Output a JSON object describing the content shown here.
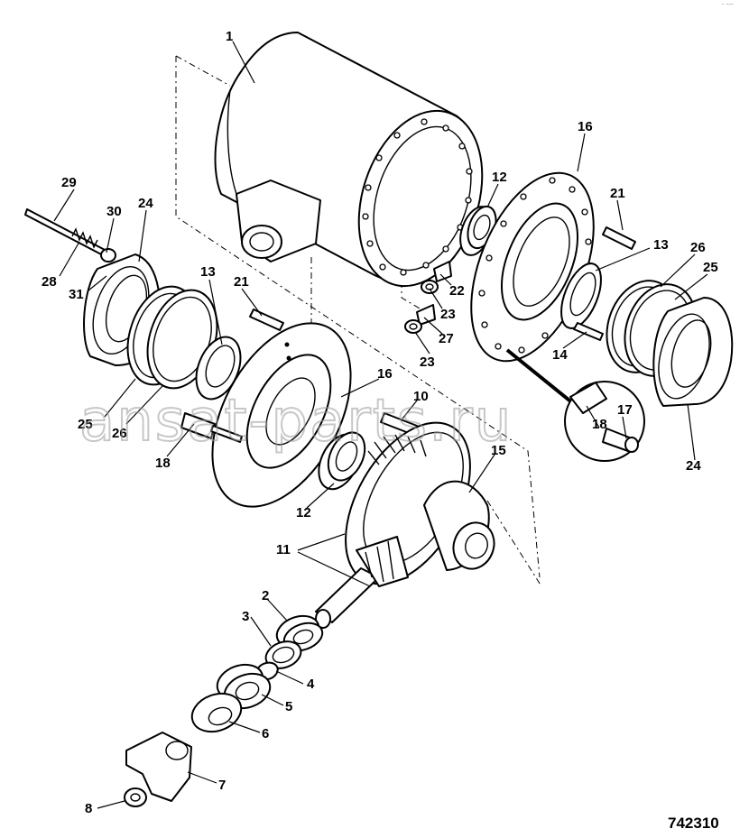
{
  "corner_mark": "″ ″″″",
  "figure_number": "742310",
  "watermark": "ansat-parts.ru",
  "callouts": [
    {
      "id": "c1",
      "text": "1"
    },
    {
      "id": "c16a",
      "text": "16"
    },
    {
      "id": "c12a",
      "text": "12"
    },
    {
      "id": "c21a",
      "text": "21"
    },
    {
      "id": "c13a",
      "text": "13"
    },
    {
      "id": "c26a",
      "text": "26"
    },
    {
      "id": "c25a",
      "text": "25"
    },
    {
      "id": "c29",
      "text": "29"
    },
    {
      "id": "c30",
      "text": "30"
    },
    {
      "id": "c24a",
      "text": "24"
    },
    {
      "id": "c28",
      "text": "28"
    },
    {
      "id": "c31",
      "text": "31"
    },
    {
      "id": "c13b",
      "text": "13"
    },
    {
      "id": "c21b",
      "text": "21"
    },
    {
      "id": "c22",
      "text": "22"
    },
    {
      "id": "c23a",
      "text": "23"
    },
    {
      "id": "c27",
      "text": "27"
    },
    {
      "id": "c23b",
      "text": "23"
    },
    {
      "id": "c14",
      "text": "14"
    },
    {
      "id": "c16b",
      "text": "16"
    },
    {
      "id": "c10",
      "text": "10"
    },
    {
      "id": "c18a",
      "text": "18"
    },
    {
      "id": "c17",
      "text": "17"
    },
    {
      "id": "c18b",
      "text": "18"
    },
    {
      "id": "c24b",
      "text": "24"
    },
    {
      "id": "c25b",
      "text": "25"
    },
    {
      "id": "c26b",
      "text": "26"
    },
    {
      "id": "c15",
      "text": "15"
    },
    {
      "id": "c12b",
      "text": "12"
    },
    {
      "id": "c11",
      "text": "11"
    },
    {
      "id": "c2",
      "text": "2"
    },
    {
      "id": "c3",
      "text": "3"
    },
    {
      "id": "c4",
      "text": "4"
    },
    {
      "id": "c5",
      "text": "5"
    },
    {
      "id": "c6",
      "text": "6"
    },
    {
      "id": "c7",
      "text": "7"
    },
    {
      "id": "c8",
      "text": "8"
    }
  ]
}
